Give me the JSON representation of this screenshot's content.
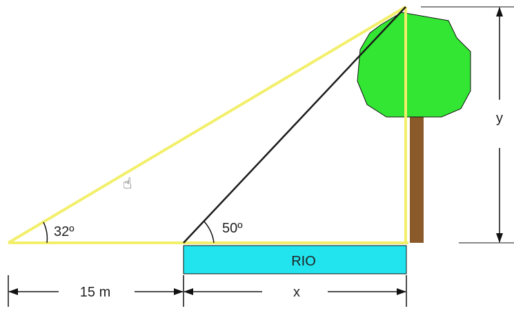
{
  "labels": {
    "angle_left": "32º",
    "angle_right": "50º",
    "river": "RIO",
    "distance": "15 m",
    "width": "x",
    "height": "y"
  },
  "icons": {
    "cursor": "hand-pointer-icon"
  },
  "colors": {
    "triangle_line": "#f2ef6a",
    "sight_line": "#1a1a1a",
    "river_fill": "#21e4ef",
    "tree_crown": "#33e633",
    "tree_trunk": "#8b5a2b",
    "dimension_line": "#111111"
  }
}
